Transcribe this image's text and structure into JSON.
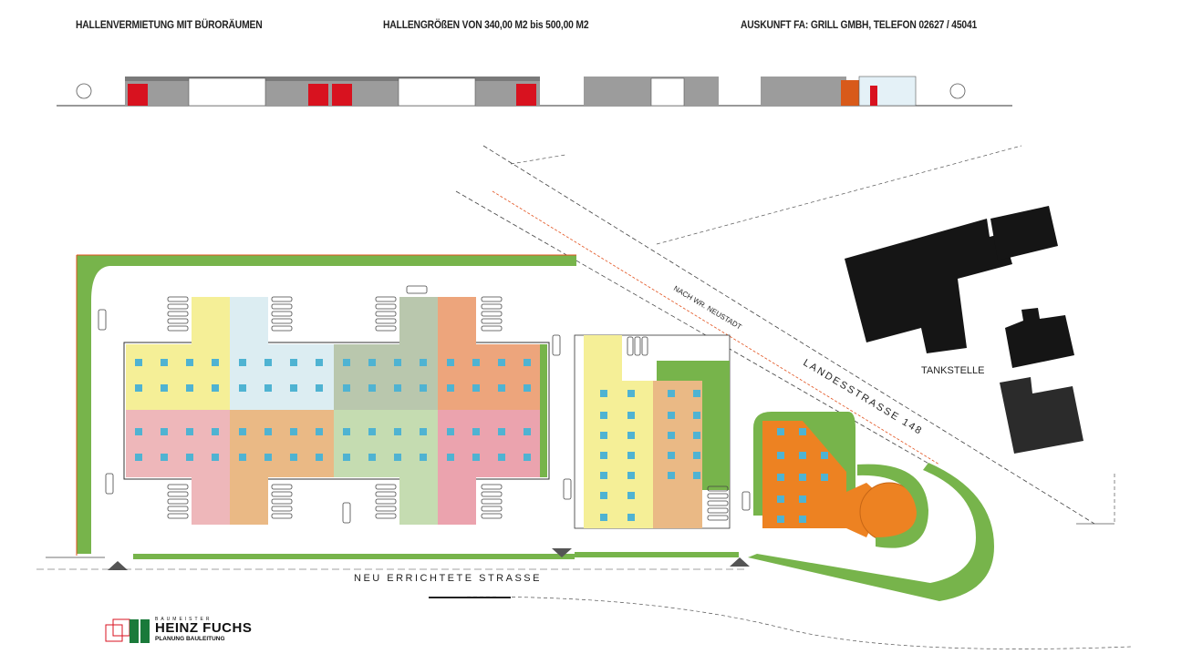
{
  "header": {
    "left": "HALLENVERMIETUNG MIT BÜRORÄUMEN",
    "center": "HALLENGRÖßEN VON 340,00 M2 bis 500,00 M2",
    "right": "AUSKUNFT FA: GRILL GMBH,  TELEFON 02627 / 45041"
  },
  "labels": {
    "road_name": "LANDESSTRASSE 148",
    "road_direction": "NACH WR. NEUSTADT",
    "gas_station": "TANKSTELLE",
    "new_street": "NEU ERRICHTETE STRASSE"
  },
  "logo": {
    "top_line": "BAUMEISTER",
    "name": "HEINZ FUCHS",
    "subtitle": "PLANUNG  BAULEITUNG"
  },
  "colors": {
    "yellow": "#f5ef97",
    "light_blue": "#dcedf2",
    "sage": "#b9c7ad",
    "salmon": "#eda57c",
    "pink": "#eeb7ba",
    "tan": "#eab985",
    "mint": "#c5dcb1",
    "rose": "#eba3ae",
    "orange": "#ed8222",
    "grass": "#77b44b",
    "window": "#4fb3d2"
  }
}
